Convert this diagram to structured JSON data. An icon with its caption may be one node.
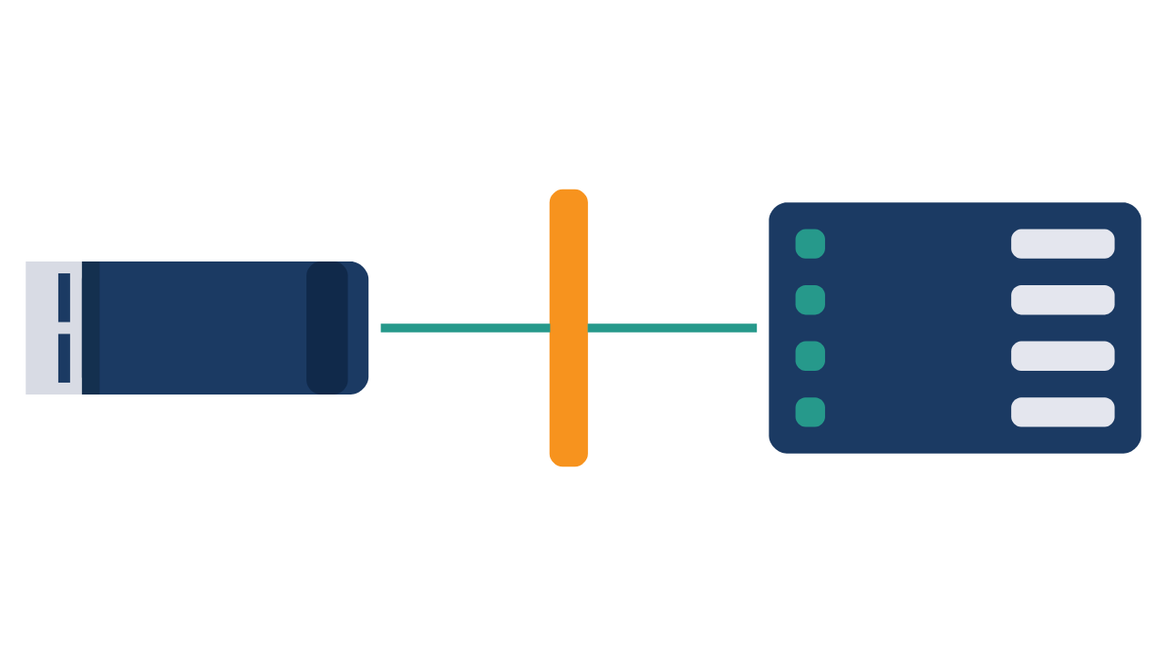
{
  "diagram": {
    "nodes": [
      {
        "text": [],
        "shape": "picture"
      },
      {
        "text": [],
        "shape": "bar"
      },
      {
        "text": [],
        "shape": "picture"
      }
    ],
    "edges": [
      {
        "from": 0,
        "to": 1,
        "arrow": "none"
      },
      {
        "from": 1,
        "to": 2,
        "arrow": "none"
      }
    ]
  }
}
